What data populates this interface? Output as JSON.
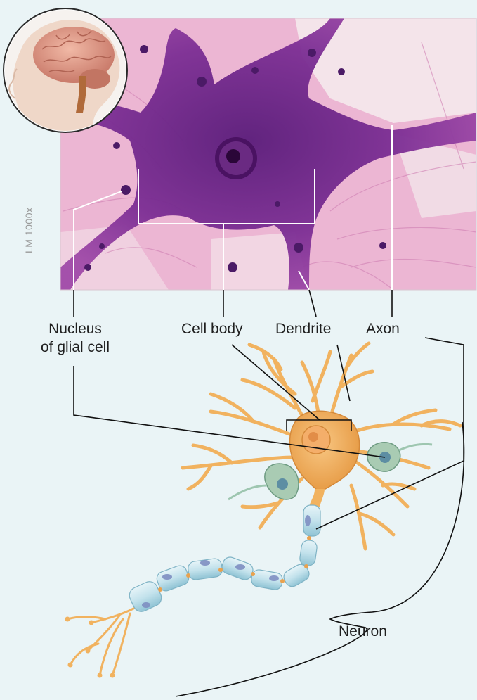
{
  "figure": {
    "magnification": "LM 1000x",
    "labels": {
      "glial_nucleus": "Nucleus\nof glial cell",
      "cell_body": "Cell body",
      "dendrite": "Dendrite",
      "axon": "Axon",
      "neuron": "Neuron"
    },
    "icons": [
      "brain-inset-icon"
    ],
    "colors": {
      "micrograph_bg": "#e9b5d4",
      "stain_purple": "#7a2c8c",
      "neuron_orange": "#f1b25f",
      "glial_green": "#a9cbb3",
      "myelin_blue": "#bfe0ea",
      "page_bg": "#eaf4f6"
    }
  }
}
